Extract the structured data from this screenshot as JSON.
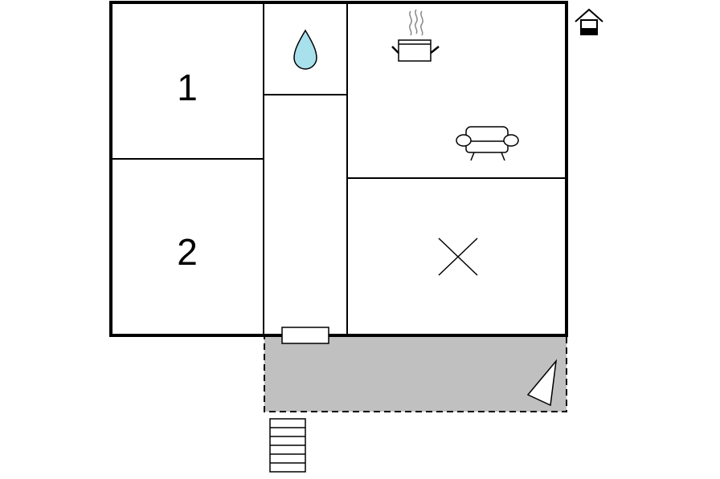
{
  "floorplan": {
    "rooms": [
      {
        "id": "bedroom-1",
        "label": "1"
      },
      {
        "id": "bedroom-2",
        "label": "2"
      }
    ],
    "icons": {
      "bathroom": "water-drop-icon",
      "kitchen": "cooking-pot-icon",
      "living": "sofa-icon",
      "unmarked_room": "cross-icon",
      "terrace_orientation": "triangle-icon",
      "entrance": "house-entrance-icon",
      "stairs": "stairs-icon",
      "door": "door-icon"
    },
    "colors": {
      "walls": "#000000",
      "terrace_fill": "#c0c0c0",
      "water_drop": "#a8e0ec"
    }
  }
}
